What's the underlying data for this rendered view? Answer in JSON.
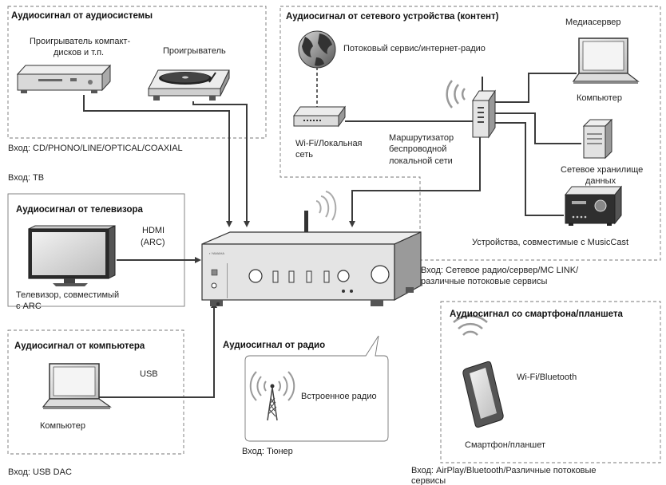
{
  "boxes": {
    "audio_system": {
      "title": "Аудиосигнал от аудиосистемы",
      "cd_player_l1": "Проигрыватель компакт-",
      "cd_player_l2": "дисков и т.п.",
      "turntable": "Проигрыватель"
    },
    "network": {
      "title": "Аудиосигнал от сетевого устройства (контент)",
      "streaming": "Потоковый сервис/интернет-радио",
      "media_server": "Медиасервер",
      "computer": "Компьютер",
      "wifi_l1": "Wi-Fi/Локальная",
      "wifi_l2": "сеть",
      "router_l1": "Маршрутизатор",
      "router_l2": "беспроводной",
      "router_l3": "локальной сети",
      "nas_l1": "Сетевое хранилище",
      "nas_l2": "данных",
      "musiccast": "Устройства, совместимые с MusicCast"
    },
    "tv": {
      "title": "Аудиосигнал от телевизора",
      "hdmi_l1": "HDMI",
      "hdmi_l2": "(ARC)",
      "tv_l1": "Телевизор, совместимый",
      "tv_l2": "с ARC"
    },
    "computer": {
      "title": "Аудиосигнал от компьютера",
      "usb": "USB",
      "device": "Компьютер"
    },
    "radio": {
      "title": "Аудиосигнал от радио",
      "builtin": "Встроенное радио"
    },
    "phone": {
      "title": "Аудиосигнал со смартфона/планшета",
      "wifi_bt": "Wi-Fi/Bluetooth",
      "device": "Смартфон/планшет"
    }
  },
  "inputs": {
    "cd": "Вход: CD/PHONO/LINE/OPTICAL/COAXIAL",
    "tv": "Вход: TB",
    "network_l1": "Вход: Сетевое радио/сервер/MC LINK/",
    "network_l2": "различные потоковые сервисы",
    "usb": "Вход: USB DAC",
    "tuner": "Вход: Тюнер",
    "airplay_l1": "Вход: AirPlay/Bluetooth/Различные потоковые",
    "airplay_l2": "сервисы"
  },
  "amplifier": {
    "brand": "YAMAHA"
  },
  "colors": {
    "line": "#3b3b3b",
    "device_fill": "#e6e6e6",
    "border": "#777777"
  }
}
